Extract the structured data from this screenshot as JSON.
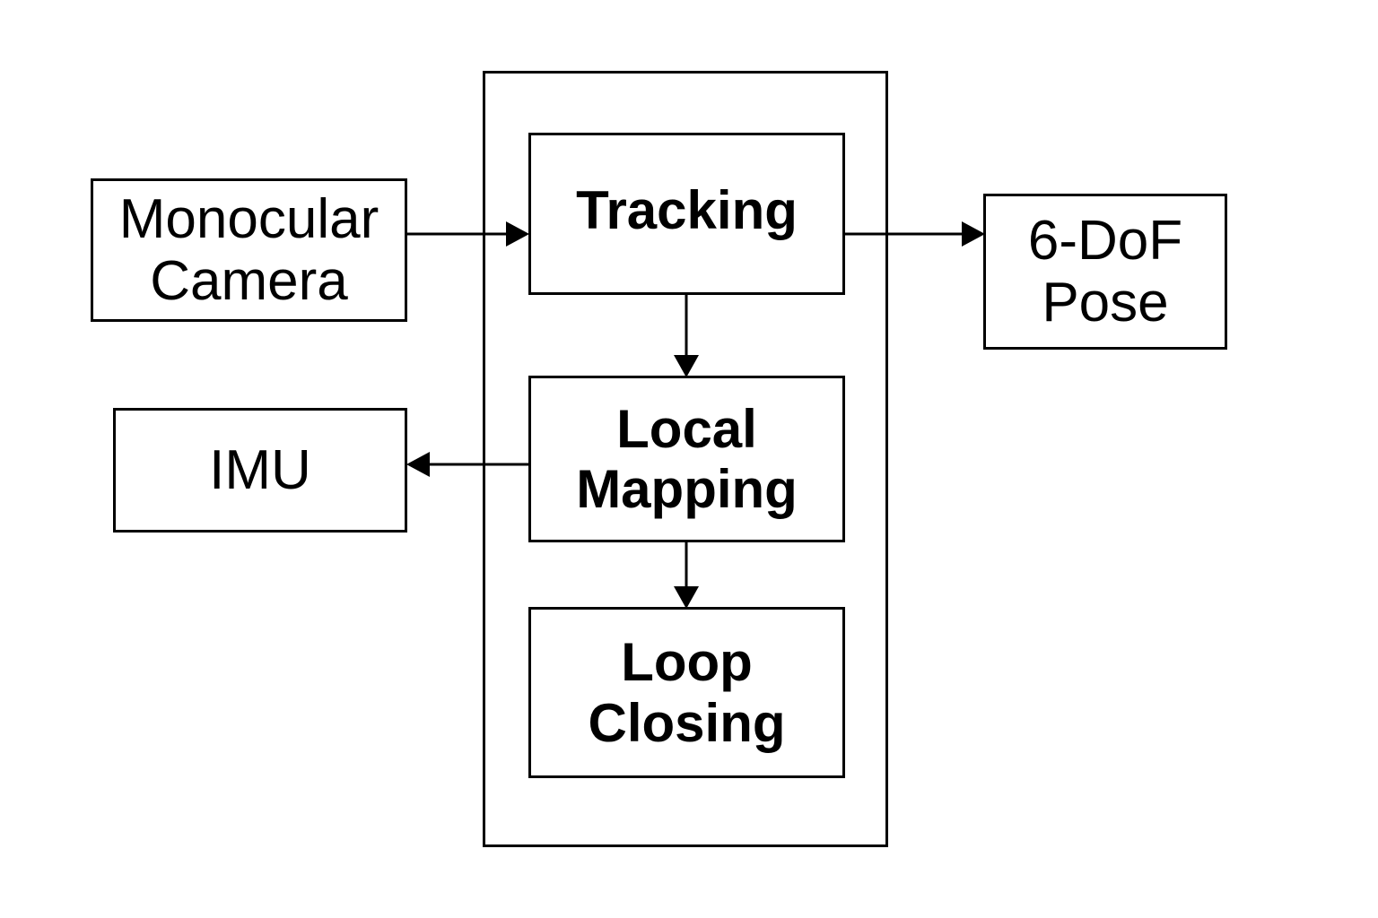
{
  "nodes": {
    "monocular_camera": {
      "lines": [
        "Monocular",
        "Camera"
      ]
    },
    "imu": {
      "lines": [
        "IMU"
      ]
    },
    "tracking": {
      "lines": [
        "Tracking"
      ]
    },
    "local_mapping": {
      "lines": [
        "Local",
        "Mapping"
      ]
    },
    "loop_closing": {
      "lines": [
        "Loop",
        "Closing"
      ]
    },
    "pose": {
      "lines": [
        "6-DoF",
        "Pose"
      ]
    }
  },
  "edges": [
    {
      "from": "monocular_camera",
      "to": "tracking"
    },
    {
      "from": "tracking",
      "to": "pose"
    },
    {
      "from": "tracking",
      "to": "local_mapping"
    },
    {
      "from": "local_mapping",
      "to": "imu"
    },
    {
      "from": "local_mapping",
      "to": "loop_closing"
    }
  ],
  "colors": {
    "stroke": "#000000",
    "background": "#ffffff"
  }
}
